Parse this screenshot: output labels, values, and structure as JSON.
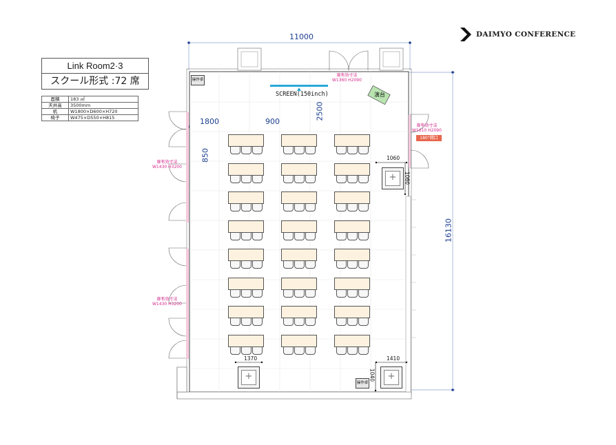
{
  "brand": {
    "name": "DAIMYO CONFERENCE"
  },
  "room": {
    "name": "Link Room2·3",
    "layout": "スクール形式 :72 席"
  },
  "specs": [
    {
      "label": "面積",
      "value": "183 ㎡"
    },
    {
      "label": "天井高",
      "value": "3500mm"
    },
    {
      "label": "机",
      "value": "W1800×D600×H720"
    },
    {
      "label": "椅子",
      "value": "W475×D550×H815"
    }
  ],
  "dimensions": {
    "total_width": "11000",
    "total_depth": "16130",
    "screen_to_desk": "2500",
    "wall_to_desk": "1800",
    "aisle": "900",
    "desk_depth": "850",
    "pillar_a_w": "1060",
    "pillar_a_d": "1060",
    "pillar_b_w": "1370",
    "pillar_c_w": "1410",
    "pillar_c_d": "1040"
  },
  "screen": {
    "label": "SCREEN(150inch)"
  },
  "stage": {
    "label": "演台"
  },
  "control_panel": {
    "label": "操作卓"
  },
  "doors": {
    "top": {
      "title": "扉有効寸法",
      "size": "W1360 H2090"
    },
    "right": {
      "title": "扉有効寸法",
      "size": "W1610 H2090",
      "badge": "180°開口"
    },
    "left_upper": {
      "title": "扉有効寸法",
      "size": "W1430 H3200"
    },
    "left_lower": {
      "title": "扉有効寸法",
      "size": "W1430 H3200"
    }
  },
  "seating": {
    "columns": 3,
    "rows": 8,
    "seats_per_desk": 3
  },
  "colors": {
    "dimension": "#1c3f8f",
    "door_note": "#d42a8c",
    "screen": "#29a8d8",
    "desk": "#fdf2e0",
    "stage": "#b9e4b0",
    "badge": "#e8674e"
  }
}
